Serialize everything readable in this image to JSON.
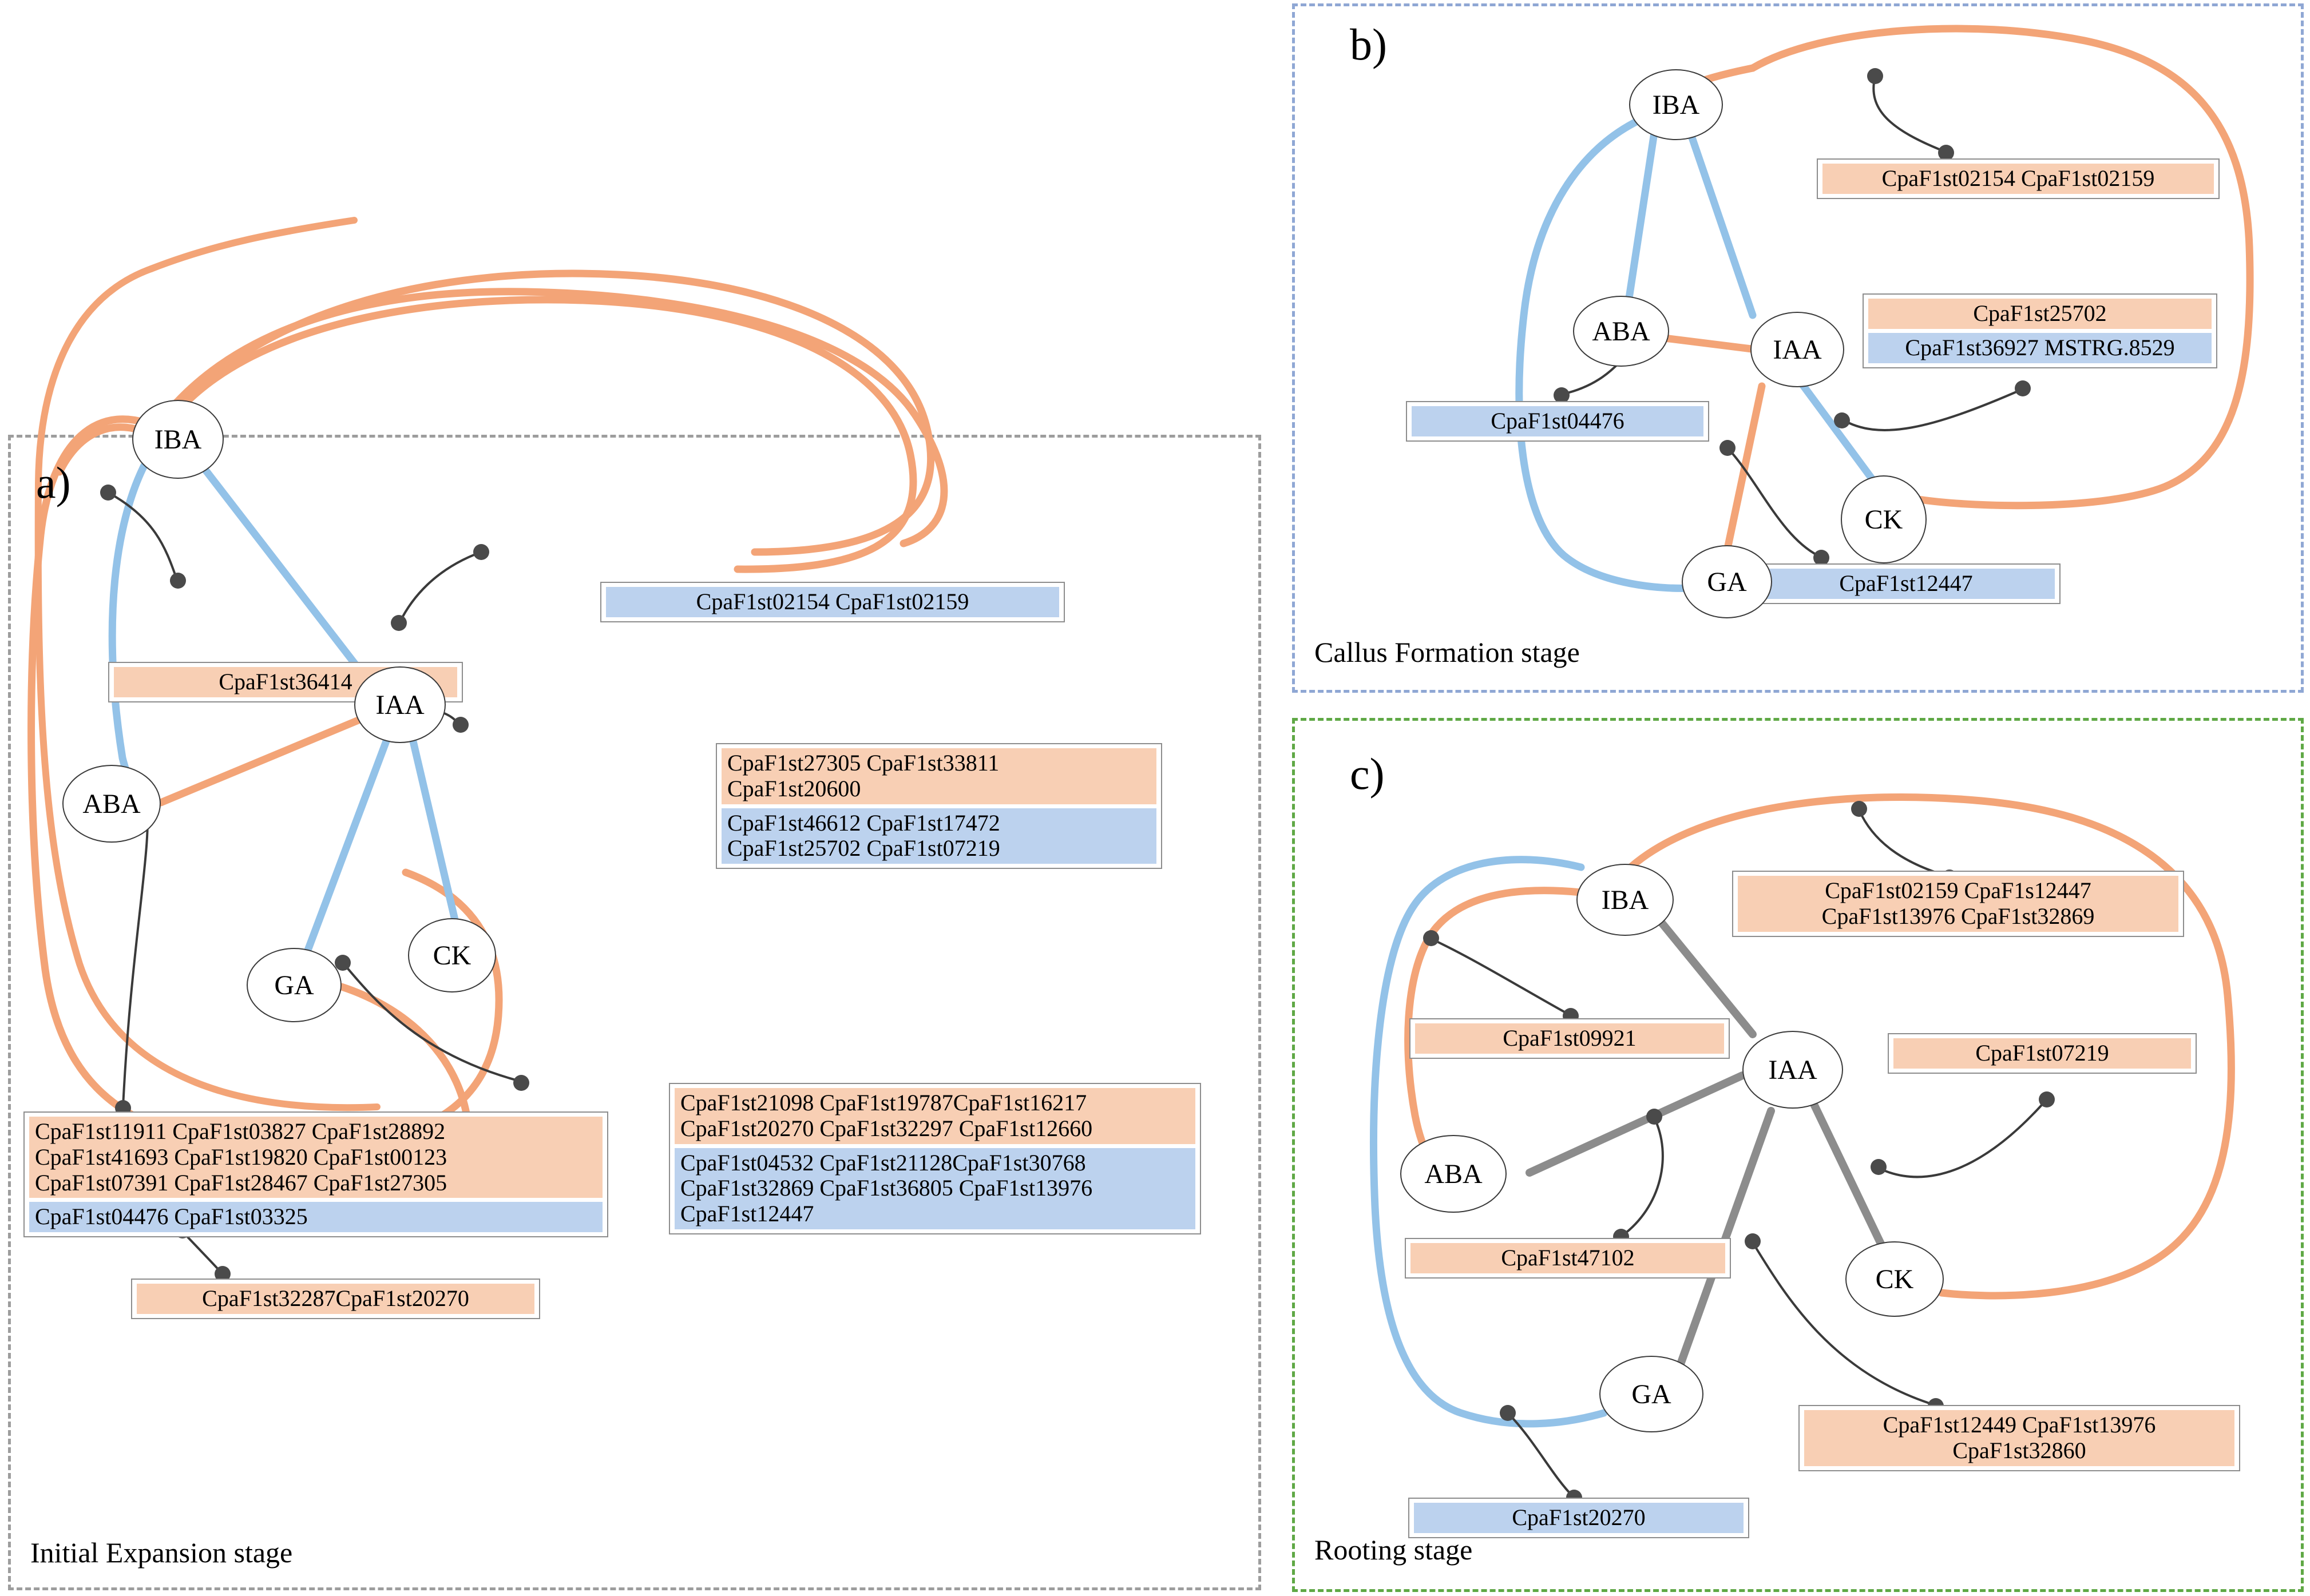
{
  "figure": {
    "colors": {
      "up_regulated_band": "#f8cfb4",
      "down_regulated_band": "#bcd2ee",
      "edge_orange": "#f3a477",
      "edge_blue": "#93c2e8",
      "edge_gray": "#8c8c8c",
      "connector_line": "#3a3a3a",
      "panel_a_border": "#9d9d9d",
      "panel_b_border": "#8fa7d4",
      "panel_c_border": "#5fa845",
      "node_border": "#3a3a3a",
      "genebox_border": "#8d8d8d"
    }
  },
  "panels": {
    "a": {
      "letter": "a)",
      "caption": "Initial Expansion stage",
      "nodes": [
        {
          "id": "IBA",
          "label": "IBA"
        },
        {
          "id": "IAA",
          "label": "IAA"
        },
        {
          "id": "ABA",
          "label": "ABA"
        },
        {
          "id": "GA",
          "label": "GA"
        },
        {
          "id": "CK",
          "label": "CK"
        }
      ],
      "gene_boxes": [
        {
          "id": "a-box-top",
          "bands": [
            {
              "type": "down",
              "text": "CpaF1st02154 CpaF1st02159"
            }
          ]
        },
        {
          "id": "a-box-iba",
          "bands": [
            {
              "type": "up",
              "text": "CpaF1st36414"
            }
          ]
        },
        {
          "id": "a-box-iaa",
          "bands": [
            {
              "type": "up",
              "text": "CpaF1st27305 CpaF1st33811\nCpaF1st20600"
            },
            {
              "type": "down",
              "text": "CpaF1st46612 CpaF1st17472\nCpaF1st25702 CpaF1st07219"
            }
          ]
        },
        {
          "id": "a-box-left",
          "bands": [
            {
              "type": "up",
              "text": "CpaF1st11911 CpaF1st03827 CpaF1st28892\nCpaF1st41693 CpaF1st19820 CpaF1st00123\nCpaF1st07391 CpaF1st28467 CpaF1st27305"
            },
            {
              "type": "down",
              "text": "CpaF1st04476 CpaF1st03325"
            }
          ]
        },
        {
          "id": "a-box-right",
          "bands": [
            {
              "type": "up",
              "text": "CpaF1st21098 CpaF1st19787CpaF1st16217\nCpaF1st20270 CpaF1st32297 CpaF1st12660"
            },
            {
              "type": "down",
              "text": "CpaF1st04532 CpaF1st21128CpaF1st30768\nCpaF1st32869 CpaF1st36805 CpaF1st13976\nCpaF1st12447"
            }
          ]
        },
        {
          "id": "a-box-bottom",
          "bands": [
            {
              "type": "up",
              "text": "CpaF1st32287CpaF1st20270"
            }
          ]
        }
      ]
    },
    "b": {
      "letter": "b)",
      "caption": "Callus Formation stage",
      "nodes": [
        {
          "id": "IBA",
          "label": "IBA"
        },
        {
          "id": "IAA",
          "label": "IAA"
        },
        {
          "id": "ABA",
          "label": "ABA"
        },
        {
          "id": "GA",
          "label": "GA"
        },
        {
          "id": "CK",
          "label": "CK"
        }
      ],
      "gene_boxes": [
        {
          "id": "b-box-top",
          "bands": [
            {
              "type": "up",
              "text": "CpaF1st02154 CpaF1st02159"
            }
          ]
        },
        {
          "id": "b-box-right",
          "bands": [
            {
              "type": "up",
              "text": "CpaF1st25702"
            },
            {
              "type": "down",
              "text": "CpaF1st36927 MSTRG.8529"
            }
          ]
        },
        {
          "id": "b-box-aba",
          "bands": [
            {
              "type": "down",
              "text": "CpaF1st04476"
            }
          ]
        },
        {
          "id": "b-box-bottom",
          "bands": [
            {
              "type": "down",
              "text": "CpaF1st12447"
            }
          ]
        }
      ]
    },
    "c": {
      "letter": "c)",
      "caption": "Rooting stage",
      "nodes": [
        {
          "id": "IBA",
          "label": "IBA"
        },
        {
          "id": "IAA",
          "label": "IAA"
        },
        {
          "id": "ABA",
          "label": "ABA"
        },
        {
          "id": "GA",
          "label": "GA"
        },
        {
          "id": "CK",
          "label": "CK"
        }
      ],
      "gene_boxes": [
        {
          "id": "c-box-top",
          "bands": [
            {
              "type": "up",
              "text": "CpaF1st02159 CpaF1s12447\nCpaF1st13976 CpaF1st32869"
            }
          ]
        },
        {
          "id": "c-box-iba",
          "bands": [
            {
              "type": "up",
              "text": "CpaF1st09921"
            }
          ]
        },
        {
          "id": "c-box-ck",
          "bands": [
            {
              "type": "up",
              "text": "CpaF1st07219"
            }
          ]
        },
        {
          "id": "c-box-aba",
          "bands": [
            {
              "type": "up",
              "text": "CpaF1st47102"
            }
          ]
        },
        {
          "id": "c-box-bottomright",
          "bands": [
            {
              "type": "up",
              "text": "CpaF1st12449 CpaF1st13976\nCpaF1st32860"
            }
          ]
        },
        {
          "id": "c-box-ga",
          "bands": [
            {
              "type": "down",
              "text": "CpaF1st20270"
            }
          ]
        }
      ]
    }
  }
}
